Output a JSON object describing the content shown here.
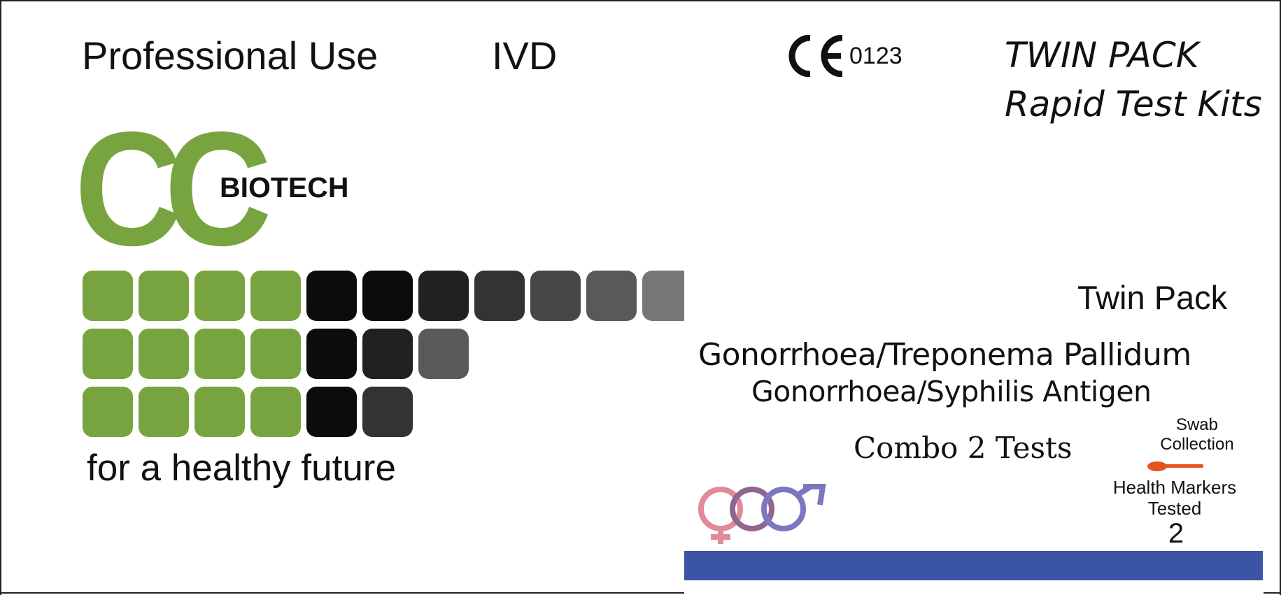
{
  "header": {
    "professional_use": "Professional Use",
    "ivd": "IVD",
    "ce_number": "0123",
    "kit_line1": "TWIN PACK",
    "kit_line2": "Rapid Test Kits"
  },
  "brand": {
    "logo_letters": "CC",
    "logo_word": "BIOTECH",
    "tagline": "for a healthy future",
    "green": "#78a440",
    "dark_shades": [
      "#0c0c0c",
      "#0c0c0c",
      "#222020",
      "#353233",
      "#494647",
      "#5b5858",
      "#787576"
    ]
  },
  "product": {
    "panel_name": "Twin Pack",
    "line1": "Gonorrhoea/Treponema Pallidum",
    "line2": "Gonorrhoea/Syphilis Antigen",
    "combo": "Combo 2 Tests",
    "swab_line1": "Swab",
    "swab_line2": "Collection",
    "markers_line1": "Health Markers",
    "markers_line2": "Tested",
    "markers_count": "2",
    "swab_icon": "swab-icon",
    "gender_icon": "male-female-symbols-icon",
    "accent_blue": "#3b54a4"
  }
}
